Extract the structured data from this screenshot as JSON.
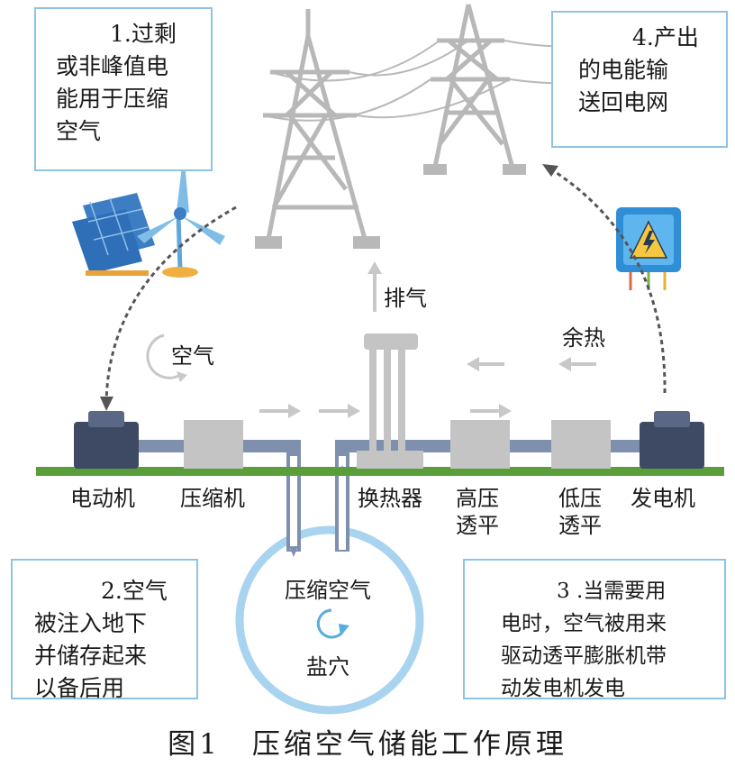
{
  "boxes": {
    "step1": [
      "1.过剩",
      "或非峰值电",
      "能用于压缩",
      "空气"
    ],
    "step2": [
      "2.空气",
      "被注入地下",
      "并储存起来",
      "以备后用"
    ],
    "step3": [
      "3 .当需要用",
      "电时，空气被用来",
      "驱动透平膨胀机带",
      "动发电机发电"
    ],
    "step4": [
      "4.产出",
      "的电能输",
      "送回电网"
    ]
  },
  "labels": {
    "exhaust": "排气",
    "waste_heat": "余热",
    "air": "空气",
    "compressed_air": "压缩空气",
    "salt_cavern": "盐穴",
    "motor": "电动机",
    "compressor": "压缩机",
    "heat_exchanger": "换热器",
    "hp_turbine": [
      "高压",
      "透平"
    ],
    "lp_turbine": [
      "低压",
      "透平"
    ],
    "generator": "发电机"
  },
  "caption": "图1　压缩空气储能工作原理",
  "colors": {
    "box_border": "#8fc3e6",
    "ground": "#5a9e3a",
    "pipe": "#7f8fae",
    "machine_gray": "#c4c4c4",
    "machine_dark": "#3e4a63",
    "cavern": "#a8d4f0",
    "tower": "#b8b8b8",
    "arrow": "#c8c8c8"
  },
  "icons": [
    "solar-panel-icon",
    "wind-turbine-icon",
    "transmission-tower-icon",
    "high-voltage-box-icon",
    "rotation-arrow-icon"
  ]
}
